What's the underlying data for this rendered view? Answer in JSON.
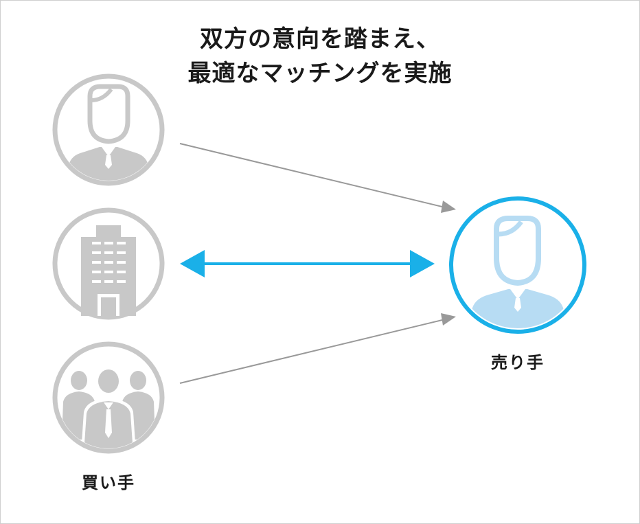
{
  "title": {
    "line1": "双方の意向を踏まえ、",
    "line2": "最適なマッチングを実施"
  },
  "labels": {
    "seller": "売り手",
    "buyer": "買い手"
  },
  "colors": {
    "accent": "#1ab0e8",
    "accent_light": "#b7dcf3",
    "gray": "#c8c8c8",
    "arrow_gray": "#999999"
  },
  "icons": {
    "buyer_individual": "businessman-icon",
    "buyer_company": "building-icon",
    "buyer_group": "group-icon",
    "seller": "businessman-icon"
  }
}
